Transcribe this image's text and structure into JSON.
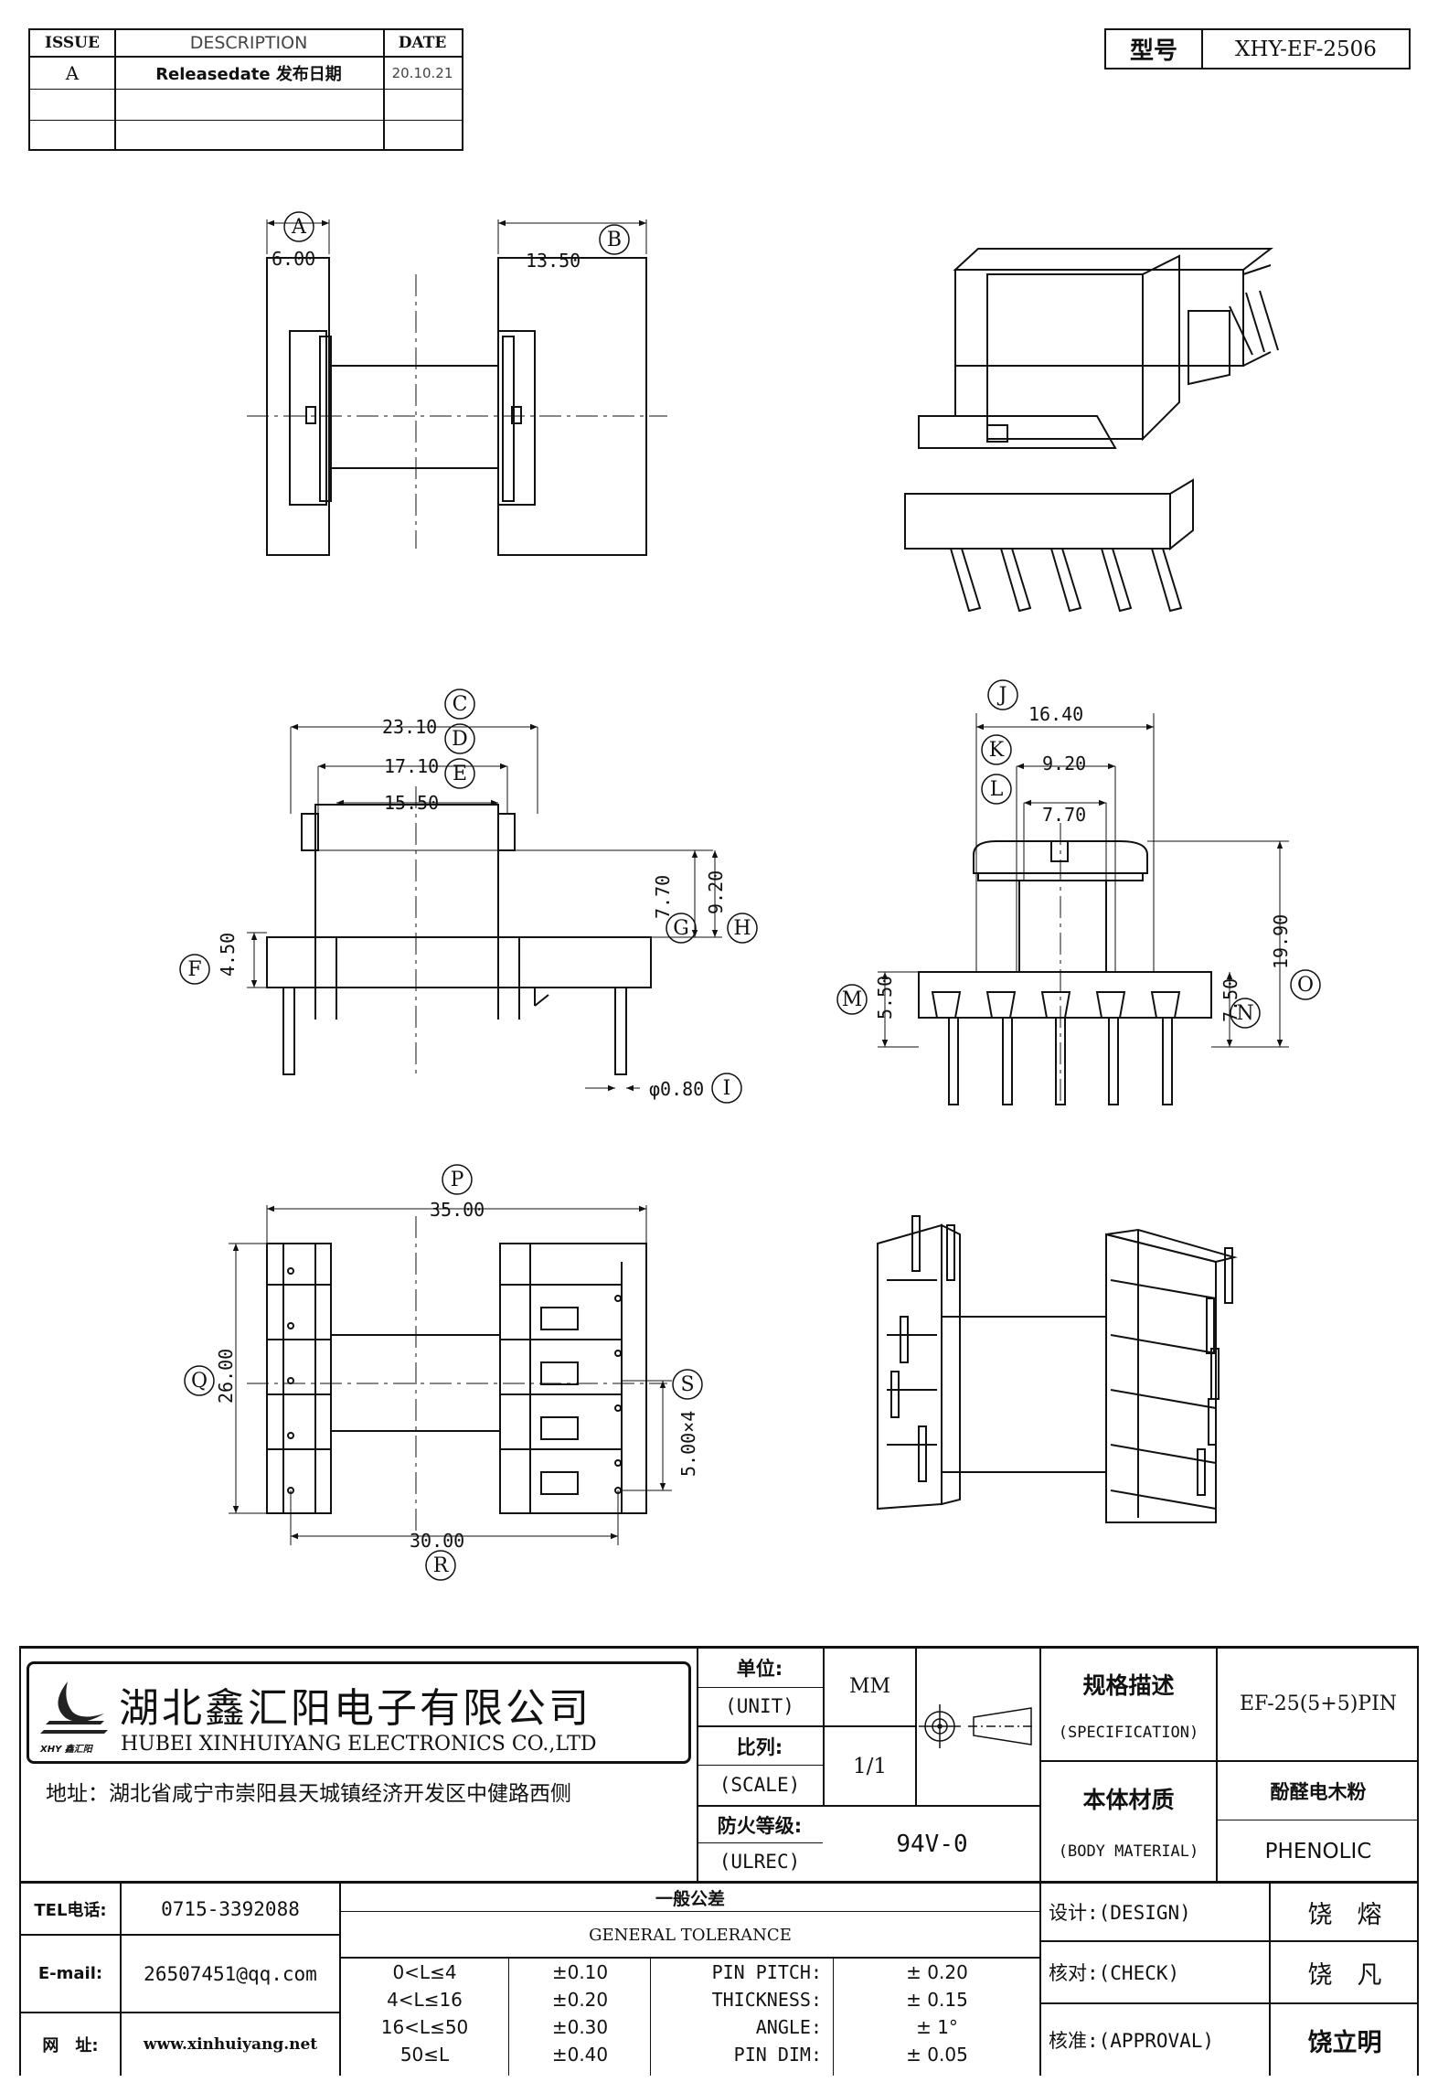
{
  "revision_table": {
    "headers": [
      "ISSUE",
      "DESCRIPTION",
      "DATE"
    ],
    "rows": [
      {
        "issue": "A",
        "description": "Releasedate 发布日期",
        "date": "20.10.21"
      },
      {
        "issue": "",
        "description": "",
        "date": ""
      },
      {
        "issue": "",
        "description": "",
        "date": ""
      }
    ]
  },
  "model_box": {
    "label": "型号",
    "value": "XHY-EF-2506"
  },
  "dimensions": {
    "A": "6.00",
    "B": "13.50",
    "C": "23.10",
    "D": "17.10",
    "E": "15.50",
    "F": "4.50",
    "G": "7.70",
    "H": "9.20",
    "I": "φ0.80",
    "J": "16.40",
    "K": "9.20",
    "L": "7.70",
    "M": "5.50",
    "N": "7.50",
    "O": "19.90",
    "P": "35.00",
    "Q": "26.00",
    "R": "30.00",
    "S": "5.00×4"
  },
  "company": {
    "name_cn": "湖北鑫汇阳电子有限公司",
    "name_en": "HUBEI XINHUIYANG ELECTRONICS CO.,LTD",
    "logo_text": "XHY 鑫汇阳",
    "address": "地址：湖北省咸宁市崇阳县天城镇经济开发区中健路西侧"
  },
  "info_block": {
    "unit_cn": "单位:",
    "unit_en": "(UNIT)",
    "unit_value": "MM",
    "scale_cn": "比列:",
    "scale_en": "(SCALE)",
    "scale_value": "1/1",
    "ulrec_cn": "防火等级:",
    "ulrec_en": "(ULREC)",
    "ulrec_value": "94V-0",
    "spec_cn": "规格描述",
    "spec_en": "(SPECIFICATION)",
    "spec_value": "EF-25(5+5)PIN",
    "material_cn": "本体材质",
    "material_en": "(BODY MATERIAL)",
    "material_value_cn": "酚醛电木粉",
    "material_value_en": "PHENOLIC"
  },
  "contact": {
    "tel_label": "TEL电话:",
    "tel": "0715-3392088",
    "email_label": "E-mail:",
    "email": "26507451@qq.com",
    "web_label": "网　址:",
    "web": "www.xinhuiyang.net"
  },
  "tolerance": {
    "title_cn": "一般公差",
    "title_en": "GENERAL TOLERANCE",
    "ranges": [
      {
        "range": "0<L≤4",
        "tol": "±0.10"
      },
      {
        "range": "4<L≤16",
        "tol": "±0.20"
      },
      {
        "range": "16<L≤50",
        "tol": "±0.30"
      },
      {
        "range": "50≤L",
        "tol": "±0.40"
      }
    ],
    "specs": [
      {
        "name": "PIN PITCH:",
        "value": "±  0.20"
      },
      {
        "name": "THICKNESS:",
        "value": "±  0.15"
      },
      {
        "name": "ANGLE:",
        "value": "±  1°"
      },
      {
        "name": "PIN DIM:",
        "value": "±  0.05"
      }
    ]
  },
  "signoff": {
    "design_label": "设计:(DESIGN)",
    "design_name": "饶　熔",
    "check_label": "核对:(CHECK)",
    "check_name": "饶　凡",
    "approval_label": "核准:(APPROVAL)",
    "approval_name": "饶立明"
  }
}
